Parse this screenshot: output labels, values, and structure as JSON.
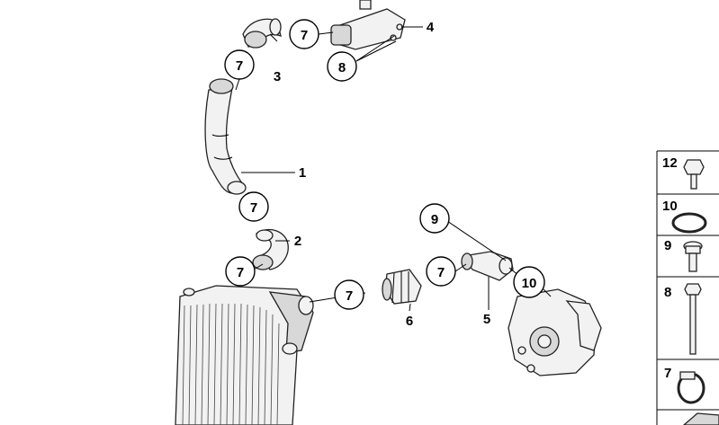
{
  "callouts": {
    "c7_a": "7",
    "c3": "3",
    "c4": "4",
    "c8_top": "8",
    "c7_b": "7",
    "c1": "1",
    "c7_c": "7",
    "c2": "2",
    "c7_d": "7",
    "c7_e": "7",
    "c6": "6",
    "c7_f": "7",
    "c5": "5",
    "c9": "9",
    "c10": "10"
  },
  "side_panel": {
    "items": [
      {
        "label": "12",
        "icon": "hex-bolt-icon"
      },
      {
        "label": "10",
        "icon": "o-ring-icon"
      },
      {
        "label": "9",
        "icon": "screw-icon"
      },
      {
        "label": "8",
        "icon": "long-bolt-icon"
      },
      {
        "label": "7",
        "icon": "hose-clamp-icon"
      }
    ]
  }
}
